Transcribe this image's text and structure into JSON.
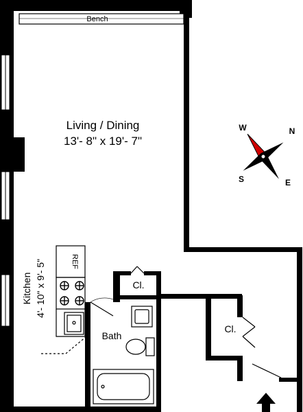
{
  "rooms": {
    "bench": "Bench",
    "living_name": "Living / Dining",
    "living_dims": "13'- 8\" x 19'- 7\"",
    "kitchen_name": "Kitchen",
    "kitchen_dims": "4'- 10\" x 9'- 5\"",
    "ref": "REF",
    "closet_bath": "Cl.",
    "closet_entry": "Cl.",
    "bath": "Bath"
  },
  "compass": {
    "north": "N",
    "south": "S",
    "east": "E",
    "west": "W",
    "needle_color": "#d00000"
  },
  "entry_icon": "entry-arrow-icon"
}
